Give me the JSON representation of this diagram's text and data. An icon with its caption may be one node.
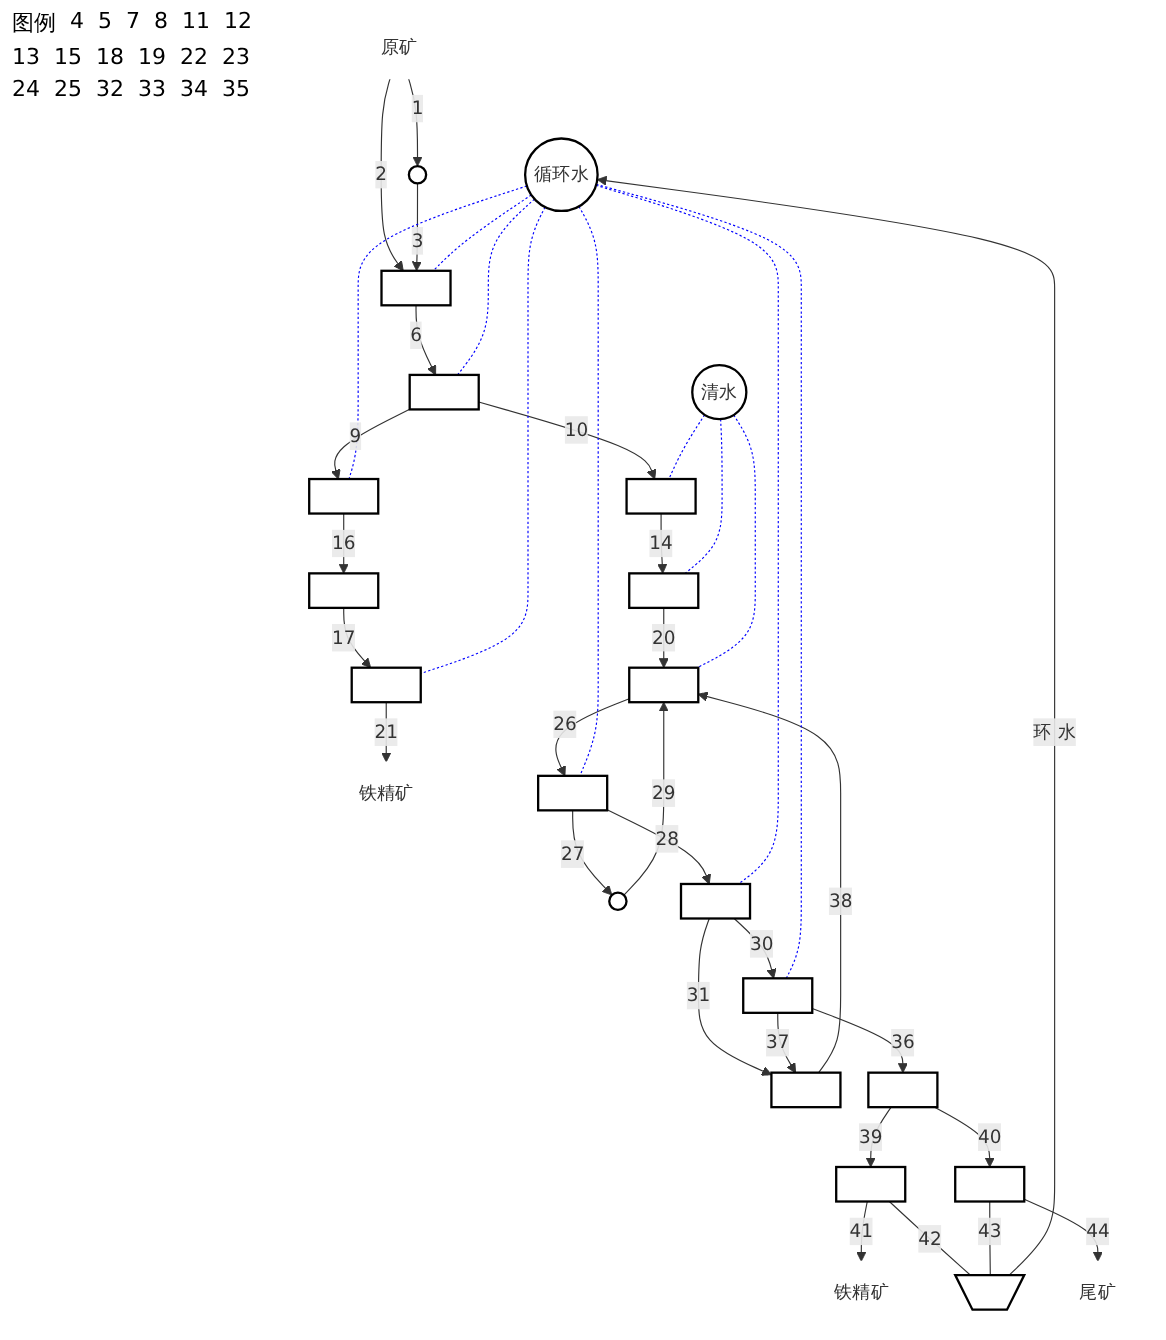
{
  "diagram": {
    "nodes": [
      {
        "text": [
          "循环水"
        ]
      },
      {
        "text": [
          "清水"
        ]
      },
      {
        "text": [
          "原矿"
        ]
      },
      {
        "text": [],
        "shape": "circle"
      },
      {
        "text": [],
        "shape": "bar"
      },
      {
        "text": [],
        "shape": "bar"
      },
      {
        "text": [],
        "shape": "bar"
      },
      {
        "text": [],
        "shape": "bar"
      },
      {
        "text": [],
        "shape": "bar"
      },
      {
        "text": [],
        "shape": "bar"
      },
      {
        "text": [],
        "shape": "bar"
      },
      {
        "text": [
          "铁精矿"
        ]
      },
      {
        "text": [],
        "shape": "bar"
      },
      {
        "text": [],
        "shape": "bar"
      },
      {
        "text": [],
        "shape": "circle"
      },
      {
        "text": [],
        "shape": "bar"
      },
      {
        "text": [],
        "shape": "bar"
      },
      {
        "text": [],
        "shape": "bar"
      },
      {
        "text": [],
        "shape": "bar"
      },
      {
        "text": [],
        "shape": "bar"
      },
      {
        "text": [],
        "shape": "bar"
      },
      {
        "text": [
          "铁精矿"
        ]
      },
      {
        "text": [
          "尾矿"
        ]
      },
      {
        "text": [],
        "shape": "funnel"
      }
    ],
    "edges": [
      {
        "from": 2,
        "to": 3,
        "arrow": "to",
        "label": "1"
      },
      {
        "from": 2,
        "to": 4,
        "arrow": "to",
        "label": "2"
      },
      {
        "from": 3,
        "to": 4,
        "arrow": "to",
        "label": "3"
      },
      {
        "from": 4,
        "to": 5,
        "arrow": "to",
        "label": "6"
      },
      {
        "from": 5,
        "to": 6,
        "arrow": "to",
        "label": "9"
      },
      {
        "from": 5,
        "to": 7,
        "arrow": "to",
        "label": "10"
      },
      {
        "from": 6,
        "to": 8,
        "arrow": "to",
        "label": "16"
      },
      {
        "from": 7,
        "to": 9,
        "arrow": "to",
        "label": "14"
      },
      {
        "from": 8,
        "to": 10,
        "arrow": "to",
        "label": "17"
      },
      {
        "from": 9,
        "to": 12,
        "arrow": "to",
        "label": "20"
      },
      {
        "from": 10,
        "to": 11,
        "arrow": "to",
        "label": "21"
      },
      {
        "from": 12,
        "to": 13,
        "arrow": "to",
        "label": "26"
      },
      {
        "from": 13,
        "to": 14,
        "arrow": "to",
        "label": "27"
      },
      {
        "from": 14,
        "to": 12,
        "arrow": "to",
        "label": "29"
      },
      {
        "from": 13,
        "to": 15,
        "arrow": "to",
        "label": "28"
      },
      {
        "from": 15,
        "to": 16,
        "arrow": "to",
        "label": "30"
      },
      {
        "from": 15,
        "to": 17,
        "arrow": "to",
        "label": "31"
      },
      {
        "from": 16,
        "to": 18,
        "arrow": "to",
        "label": "36"
      },
      {
        "from": 16,
        "to": 17,
        "arrow": "to",
        "label": "37"
      },
      {
        "from": 17,
        "to": 12,
        "arrow": "to",
        "label": "38"
      },
      {
        "from": 18,
        "to": 19,
        "arrow": "to",
        "label": "39"
      },
      {
        "from": 18,
        "to": 20,
        "arrow": "to",
        "label": "40"
      },
      {
        "from": 19,
        "to": 21,
        "arrow": "to",
        "label": "41"
      },
      {
        "from": 19,
        "to": 23,
        "arrow": "none",
        "label": "42"
      },
      {
        "from": 20,
        "to": 23,
        "arrow": "none",
        "label": "43"
      },
      {
        "from": 20,
        "to": 22,
        "arrow": "to",
        "label": "44"
      },
      {
        "from": 23,
        "to": 0,
        "arrow": "to",
        "label": "环 水"
      },
      {
        "from": 0,
        "to": 4,
        "arrow": "none",
        "style": "dashed",
        "color": "#0000ff"
      },
      {
        "from": 0,
        "to": 5,
        "arrow": "none",
        "style": "dashed",
        "color": "#0000ff"
      },
      {
        "from": 0,
        "to": 6,
        "arrow": "none",
        "style": "dashed",
        "color": "#0000ff"
      },
      {
        "from": 0,
        "to": 10,
        "arrow": "none",
        "style": "dashed",
        "color": "#0000ff"
      },
      {
        "from": 0,
        "to": 13,
        "arrow": "none",
        "style": "dashed",
        "color": "#0000ff"
      },
      {
        "from": 0,
        "to": 15,
        "arrow": "none",
        "style": "dashed",
        "color": "#0000ff"
      },
      {
        "from": 0,
        "to": 16,
        "arrow": "none",
        "style": "dashed",
        "color": "#0000ff"
      },
      {
        "from": 1,
        "to": 7,
        "arrow": "none",
        "style": "dashed",
        "color": "#0000ff"
      },
      {
        "from": 1,
        "to": 9,
        "arrow": "none",
        "style": "dashed",
        "color": "#0000ff"
      },
      {
        "from": 1,
        "to": 12,
        "arrow": "none",
        "style": "dashed",
        "color": "#0000ff"
      }
    ],
    "labels": [
      "图例",
      "4",
      "5",
      "7",
      "8",
      "11",
      "12",
      "13",
      "15",
      "18",
      "19",
      "22",
      "23",
      "24",
      "25",
      "32",
      "33",
      "34",
      "35"
    ]
  }
}
